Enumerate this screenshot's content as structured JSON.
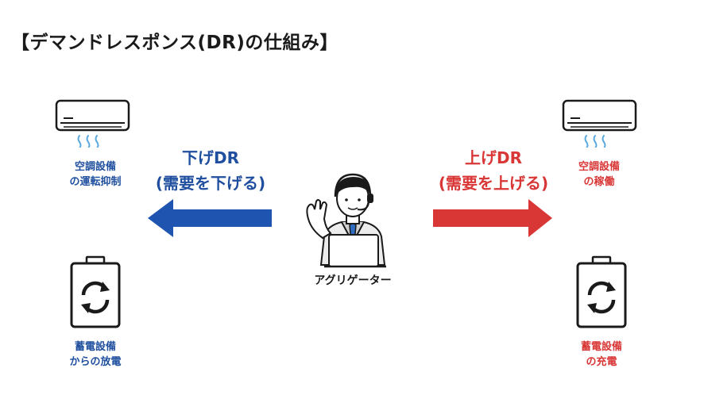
{
  "title": "【デマンドレスポンス(DR)の仕組み】",
  "left": {
    "ac_caption_line1": "空調設備",
    "ac_caption_line2": "の運転抑制",
    "battery_caption_line1": "蓄電設備",
    "battery_caption_line2": "からの放電",
    "dr_label_line1": "下げDR",
    "dr_label_line2": "(需要を下げる)"
  },
  "right": {
    "ac_caption_line1": "空調設備",
    "ac_caption_line2": "の稼働",
    "battery_caption_line1": "蓄電設備",
    "battery_caption_line2": "の充電",
    "dr_label_line1": "上げDR",
    "dr_label_line2": "(需要を上げる)"
  },
  "center": {
    "aggregator_label": "アグリゲーター"
  },
  "icons": {
    "air_conditioner": "air-conditioner-icon",
    "battery": "battery-recycle-icon",
    "aggregator": "person-with-headset-icon",
    "arrow_left": "arrow-left-icon",
    "arrow_right": "arrow-right-icon"
  },
  "colors": {
    "down_dr": "#1f4f9e",
    "up_dr": "#d93636",
    "arrow_blue": "#1f55b0",
    "arrow_red": "#d93636",
    "airflow": "#5aa9de"
  }
}
